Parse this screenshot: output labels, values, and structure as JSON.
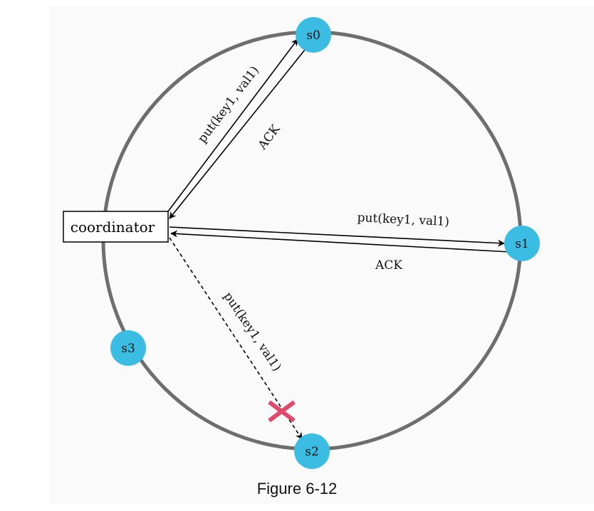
{
  "diagram": {
    "nodes": {
      "s0": "s0",
      "s1": "s1",
      "s2": "s2",
      "s3": "s3"
    },
    "coordinator": "coordinator",
    "edges": {
      "put_s0": "put(key1, val1)",
      "ack_s0": "ACK",
      "put_s1": "put(key1, val1)",
      "ack_s1": "ACK",
      "put_s2": "put(key1, val1)"
    },
    "colors": {
      "ring": "#6e6e6e",
      "node": "#3bbde3",
      "failure_mark": "#e0496a",
      "arrow": "#000000"
    },
    "failure_icon": "x-mark-icon"
  },
  "caption": "Figure 6-12"
}
